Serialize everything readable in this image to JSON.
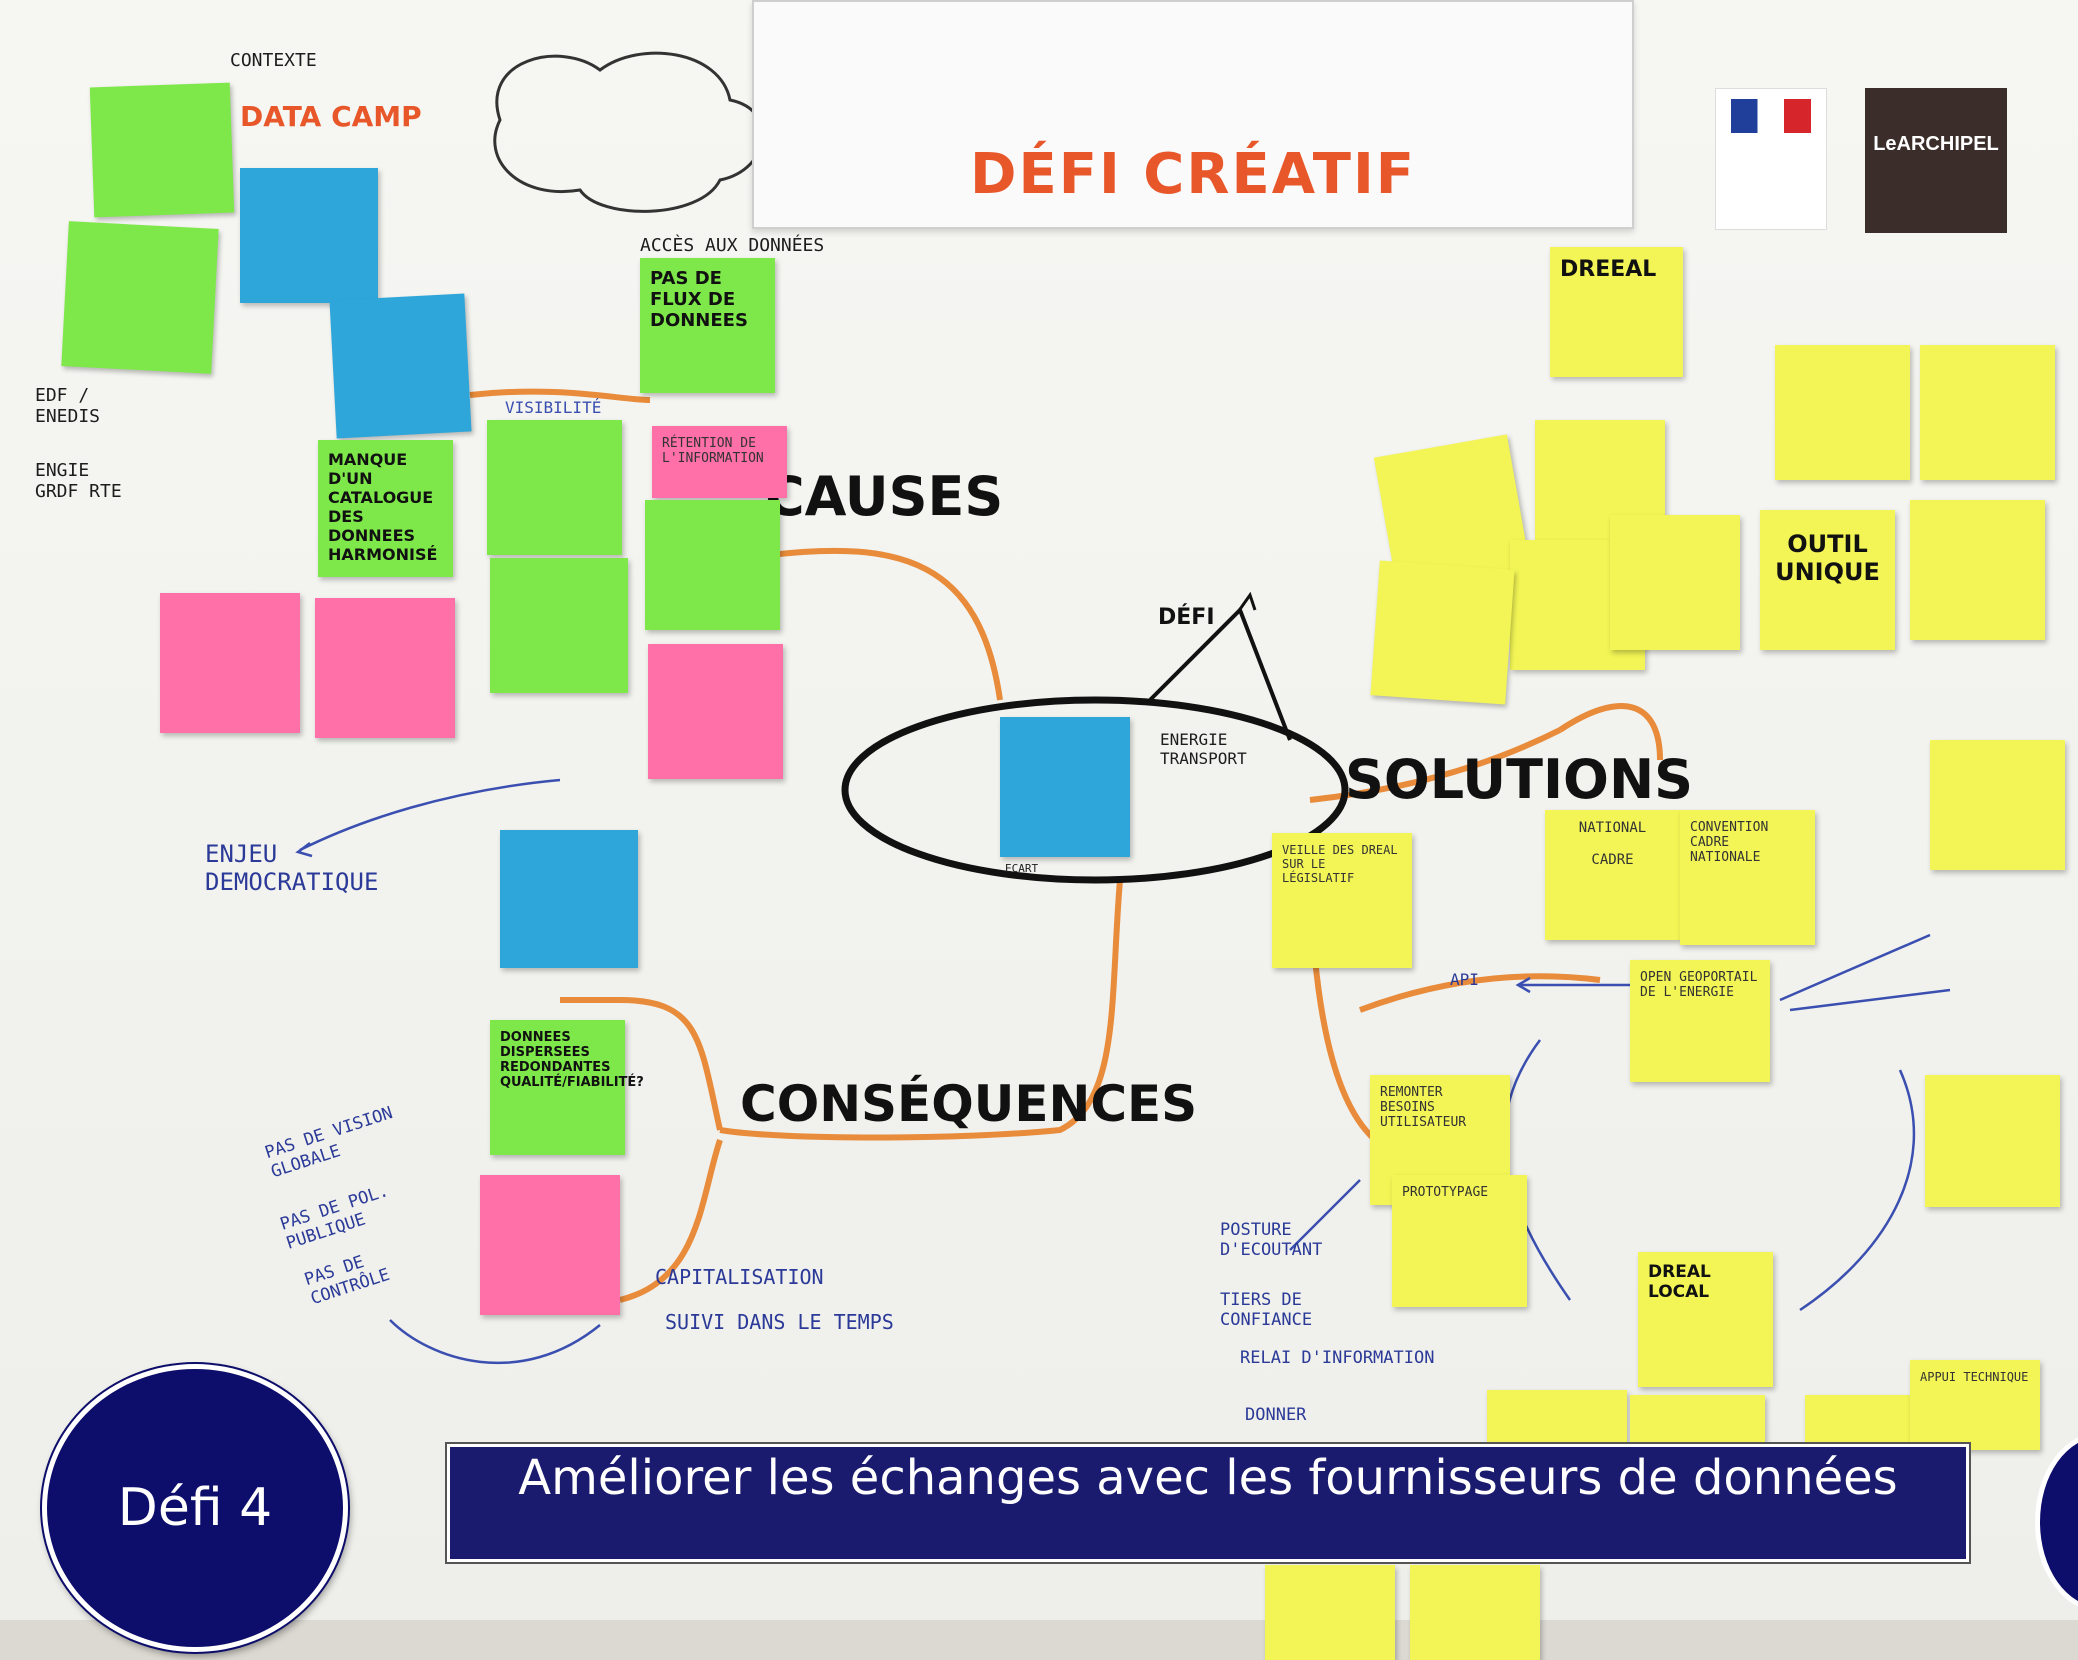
{
  "title": "Défi 4",
  "banner": "Améliorer les échanges avec les fournisseurs de données",
  "board": {
    "panel_title": "DÉFI CRÉATIF",
    "logo_text": "LeARCHIPEL",
    "headings": {
      "causes": "CAUSES",
      "consequences": "CONSÉQUENCES",
      "solutions": "SOLUTIONS",
      "defi": "DÉFI"
    },
    "center_note": "ENERGIE TRANSPORT",
    "left_context": [
      "CONTEXTE",
      "DATA CAMP"
    ],
    "acces_donnees": "ACCÈS AUX DONNÉES",
    "notes_text": {
      "pas_flux": "PAS DE FLUX DE DONNEES",
      "catalogue": "MANQUE D'UN CATALOGUE DES DONNEES HARMONISÉ",
      "outil_unique": "OUTIL UNIQUE",
      "dreeal": "DREEAL",
      "national": "NATIONAL",
      "cadre": "CADRE",
      "convention": "CONVENTION CADRE NATIONALE",
      "open_geoportail": "OPEN GEOPORTAIL DE L'ENERGIE",
      "dreal_local": "DREAL LOCAL",
      "prototypage": "PROTOTYPAGE",
      "remonter_besoins": "REMONTER BESOINS UTILISATEUR",
      "veille": "VEILLE DES DREAL SUR LE LÉGISLATIF",
      "retention": "RÉTENTION DE L'INFORMATION",
      "donnees_dispersees": "DONNEES DISPERSEES REDONDANTES QUALITÉ/FIABILITÉ?",
      "appui": "APPUI TECHNIQUE"
    },
    "handwriting": {
      "edf": "EDF / ENEDIS",
      "engie": "ENGIE GRDF RTE",
      "enjeu": "ENJEU DEMOCRATIQUE",
      "pas_vision": "PAS DE VISION GLOBALE",
      "pas_pol": "PAS DE POL. PUBLIQUE",
      "pas_controle": "PAS DE CONTRÔLE",
      "capitalisation": "CAPITALISATION",
      "suivi": "SUIVI DANS LE TEMPS",
      "posture": "POSTURE D'ECOUTANT",
      "tiers": "TIERS DE CONFIANCE",
      "relai": "RELAI D'INFORMATION",
      "donner": "DONNER",
      "api": "API",
      "visibilite": "VISIBILITÉ",
      "ecart": "ECART"
    }
  },
  "colors": {
    "note_green": "#7ee84a",
    "note_blue": "#2fa6da",
    "note_pink": "#ff6fa8",
    "note_yellow": "#f2f555",
    "banner_bg": "#1a1a6e",
    "title_orange": "#e8572a"
  }
}
